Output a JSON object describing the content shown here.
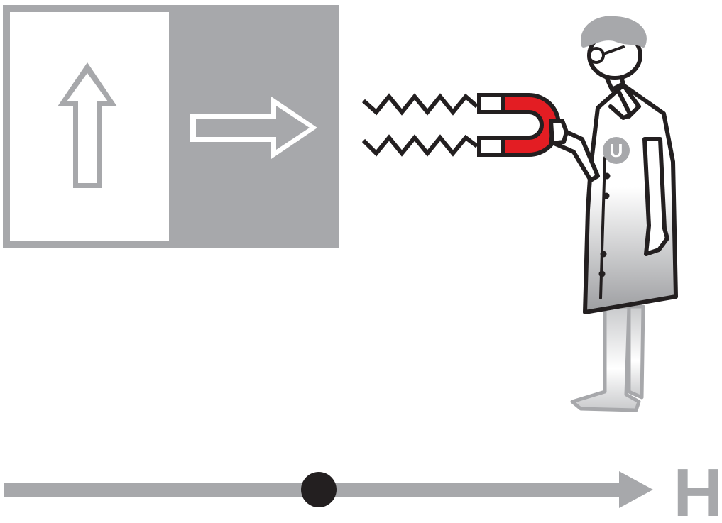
{
  "colors": {
    "gray": "#a7a8ab",
    "dark": "#231f20",
    "magnet_red": "#e31d23",
    "white": "#ffffff"
  },
  "panel": {
    "left_cell": {
      "fill": "white",
      "arrow": "arrow-up-icon"
    },
    "right_cell": {
      "fill": "gray",
      "arrow": "arrow-right-icon"
    }
  },
  "magnet": {
    "icon": "horseshoe-magnet-icon",
    "field_lines": 2
  },
  "scientist": {
    "icon": "scientist-figure",
    "badge_label": "U"
  },
  "field_axis": {
    "label": "H",
    "marker_position": 0.5
  }
}
